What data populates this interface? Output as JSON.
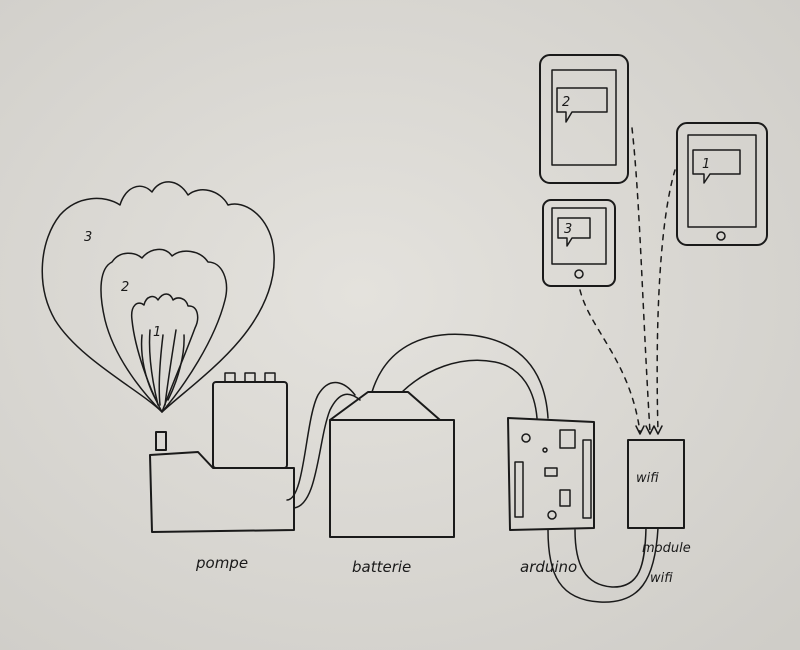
{
  "labels": {
    "pompe": "pompe",
    "batterie": "batterie",
    "arduino": "arduino",
    "module_line1": "module",
    "module_line2": "wifi",
    "wifi_box": "wifi"
  },
  "bubble_levels": [
    "1",
    "2",
    "3"
  ],
  "phones": [
    {
      "bubble_number": "2"
    },
    {
      "bubble_number": "1"
    },
    {
      "bubble_number": "3"
    }
  ]
}
